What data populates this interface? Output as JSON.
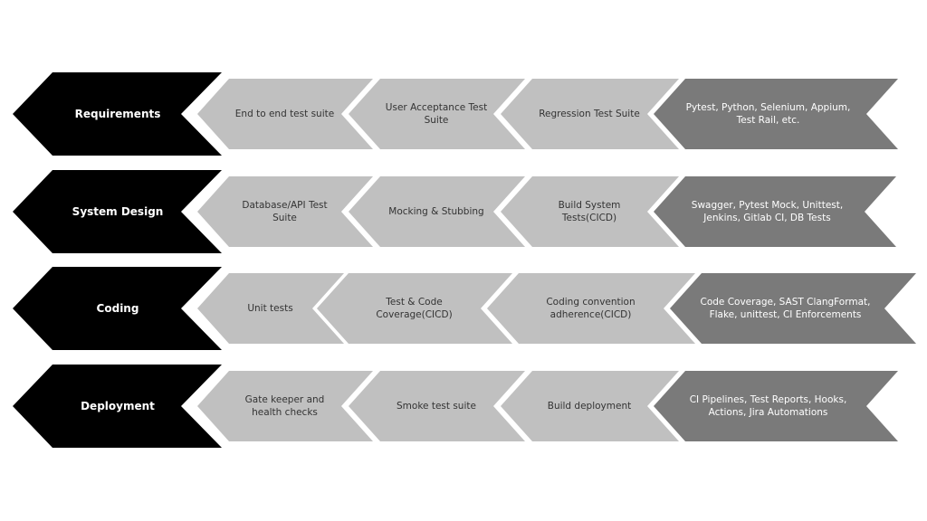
{
  "colors": {
    "stage": "#000000",
    "step": "#c0c0c0",
    "tools": "#7a7a7a"
  },
  "rows": [
    {
      "stage": "Requirements",
      "steps": [
        "End to end test suite",
        "User Acceptance Test\nSuite",
        "Regression Test Suite"
      ],
      "tools": "Pytest, Python, Selenium, Appium,\nTest Rail, etc."
    },
    {
      "stage": "System Design",
      "steps": [
        "Database/API Test\nSuite",
        "Mocking & Stubbing",
        "Build System\nTests(CICD)"
      ],
      "tools": "Swagger, Pytest Mock, Unittest,\nJenkins, Gitlab CI, DB Tests"
    },
    {
      "stage": "Coding",
      "steps": [
        "Unit tests",
        "Test & Code\nCoverage(CICD)",
        "Coding convention\nadherence(CICD)"
      ],
      "tools": "Code Coverage, SAST ClangFormat,\nFlake, unittest, CI Enforcements"
    },
    {
      "stage": "Deployment",
      "steps": [
        "Gate keeper and\nhealth checks",
        "Smoke test suite",
        "Build deployment"
      ],
      "tools": "CI Pipelines, Test Reports, Hooks,\nActions, Jira Automations"
    }
  ]
}
